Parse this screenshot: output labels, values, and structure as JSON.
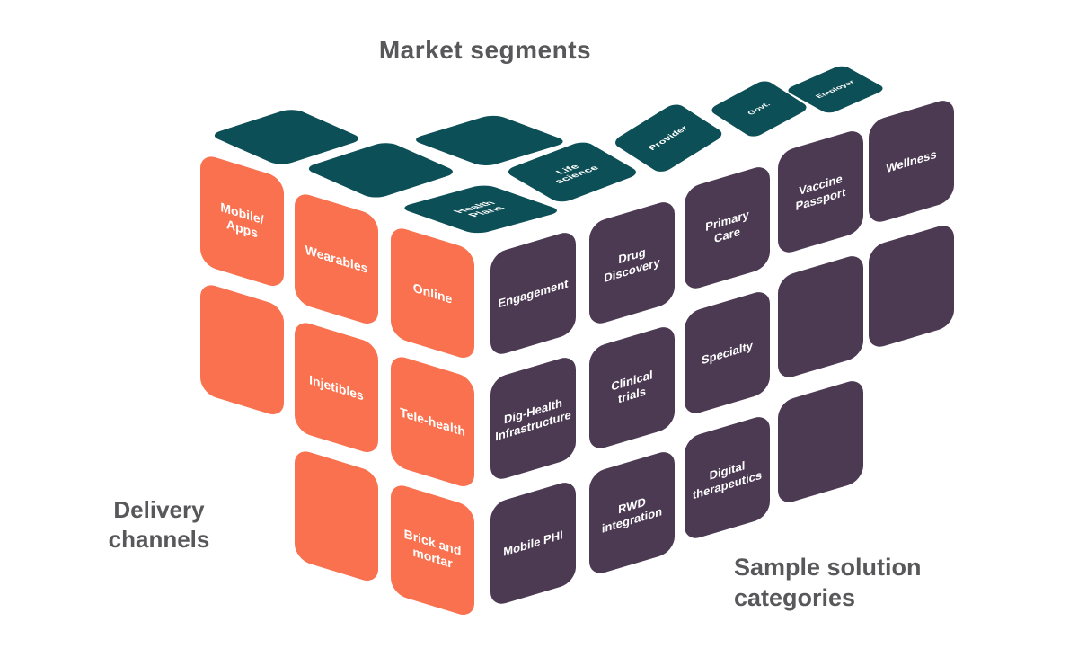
{
  "diagram": {
    "title": "Market segments",
    "left_axis_label": "Delivery\nchannels",
    "right_axis_label": "Sample solution\ncategories"
  },
  "colors": {
    "top_face_teal": "#0C4F56",
    "left_face_orange": "#F9714E",
    "right_face_purple": "#4C3A53",
    "heading_text": "#58585A",
    "tile_text": "#FFFFFF",
    "background": "#FFFFFF"
  },
  "cube": {
    "top_face": {
      "axis": "Market segments",
      "tiles": [
        {
          "label": ""
        },
        {
          "label": ""
        },
        {
          "label": ""
        },
        {
          "label": "Health\nPlans"
        },
        {
          "label": "Life\nscience"
        },
        {
          "label": "Provider"
        },
        {
          "label": "Govt."
        },
        {
          "label": "Employer"
        }
      ]
    },
    "left_face": {
      "axis": "Delivery channels",
      "tiles": [
        {
          "col": 0,
          "row": 0,
          "label": "Mobile/\nApps"
        },
        {
          "col": 0,
          "row": 1,
          "label": ""
        },
        {
          "col": 1,
          "row": 0,
          "label": "Wearables"
        },
        {
          "col": 1,
          "row": 1,
          "label": "Injetibles"
        },
        {
          "col": 1,
          "row": 2,
          "label": ""
        },
        {
          "col": 2,
          "row": 0,
          "label": "Online"
        },
        {
          "col": 2,
          "row": 1,
          "label": "Tele-health"
        },
        {
          "col": 2,
          "row": 2,
          "label": "Brick and\nmortar"
        }
      ]
    },
    "right_face": {
      "axis": "Sample solution categories",
      "tiles": [
        {
          "col": 0,
          "row": 0,
          "label": "Engagement"
        },
        {
          "col": 0,
          "row": 1,
          "label": "Dig-Health\nInfrastructure"
        },
        {
          "col": 0,
          "row": 2,
          "label": "Mobile PHI"
        },
        {
          "col": 1,
          "row": 0,
          "label": "Drug\nDiscovery"
        },
        {
          "col": 1,
          "row": 1,
          "label": "Clinical\ntrials"
        },
        {
          "col": 1,
          "row": 2,
          "label": "RWD\nintegration"
        },
        {
          "col": 2,
          "row": 0,
          "label": "Primary\nCare"
        },
        {
          "col": 2,
          "row": 1,
          "label": "Specialty"
        },
        {
          "col": 2,
          "row": 2,
          "label": "Digital\ntherapeutics"
        },
        {
          "col": 3,
          "row": 0,
          "label": "Vaccine\nPassport"
        },
        {
          "col": 3,
          "row": 1,
          "label": ""
        },
        {
          "col": 3,
          "row": 2,
          "label": ""
        },
        {
          "col": 4,
          "row": 0,
          "label": "Wellness"
        },
        {
          "col": 4,
          "row": 1,
          "label": ""
        }
      ]
    }
  }
}
